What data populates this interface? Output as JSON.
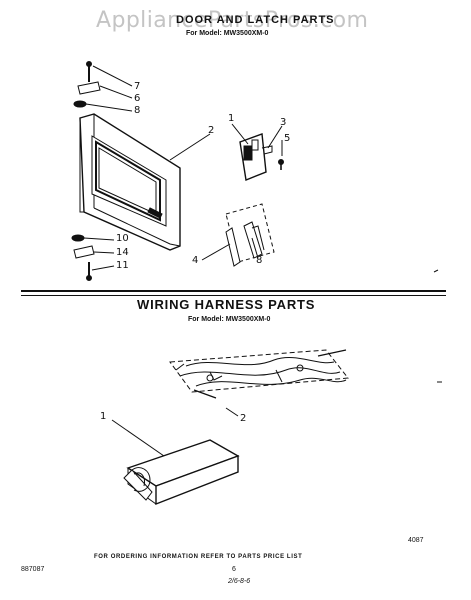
{
  "watermark": "AppliancePartsPros.com",
  "sections": {
    "door_latch": {
      "title": "DOOR AND LATCH PARTS",
      "model": "For Model: MW3500XM-0",
      "callouts": [
        "1",
        "2",
        "3",
        "4",
        "5",
        "6",
        "7",
        "8",
        "10",
        "14",
        "11",
        "8"
      ]
    },
    "wiring": {
      "title": "WIRING HARNESS PARTS",
      "model": "For Model: MW3500XM-0",
      "callouts": [
        "1",
        "2"
      ]
    }
  },
  "footer": {
    "code": "4087",
    "ordering_note": "FOR ORDERING INFORMATION REFER TO PARTS PRICE LIST",
    "catalog_number": "887087",
    "page_number": "6",
    "handwritten": "2/6-8-6"
  }
}
